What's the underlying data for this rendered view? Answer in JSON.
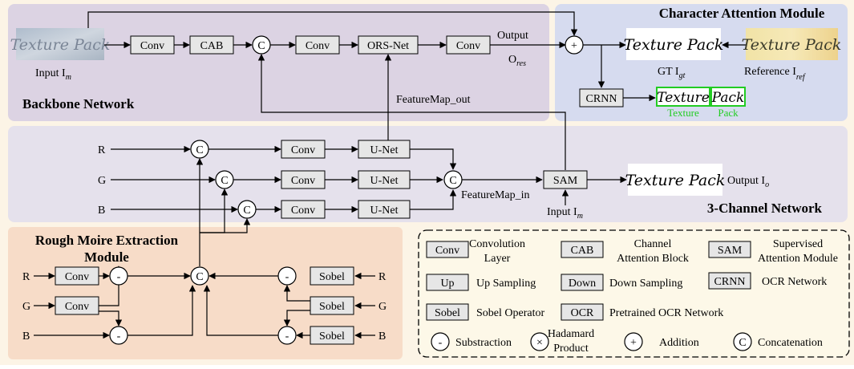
{
  "sections": {
    "backbone": "Backbone Network",
    "attention": "Character Attention Module",
    "three_channel": "3-Channel Network",
    "rough": [
      "Rough Moire Extraction",
      "Module"
    ]
  },
  "blocks": {
    "conv": "Conv",
    "cab": "CAB",
    "ors": "ORS-Net",
    "crnn": "CRNN",
    "unet": "U-Net",
    "sam": "SAM",
    "sobel": "Sobel"
  },
  "ops": {
    "concat": "C",
    "add": "+",
    "sub": "-"
  },
  "texture_text": "Texture Pack",
  "ocr_words": [
    "Texture",
    "Pack"
  ],
  "channels": [
    "R",
    "G",
    "B"
  ],
  "labels": {
    "input_main": "Input I",
    "input_main_sub": "m",
    "output_main": "Output",
    "output_main_o": "O",
    "output_main_sub": "res",
    "gt": "GT I",
    "gt_sub": "gt",
    "reference": "Reference I",
    "reference_sub": "ref",
    "featuremap_out": "FeatureMap_out",
    "featuremap_in": "FeatureMap_in",
    "input_sam": "Input I",
    "input_sam_sub": "m",
    "output_io": "Output I",
    "output_io_sub": "o"
  },
  "legend": {
    "items": [
      {
        "key": "Conv",
        "desc": [
          "Convolution",
          "Layer"
        ]
      },
      {
        "key": "CAB",
        "desc": [
          "Channel",
          "Attention Block"
        ]
      },
      {
        "key": "SAM",
        "desc": [
          "Supervised",
          "Attention Module"
        ]
      },
      {
        "key": "Up",
        "desc": [
          "Up Sampling"
        ]
      },
      {
        "key": "Down",
        "desc": [
          "Down Sampling"
        ]
      },
      {
        "key": "CRNN",
        "desc": [
          "OCR Network"
        ]
      },
      {
        "key": "Sobel",
        "desc": [
          "Sobel Operator"
        ]
      },
      {
        "key": "OCR",
        "desc": [
          "Pretrained OCR Network"
        ]
      }
    ],
    "ops": [
      {
        "sym": "-",
        "desc": [
          "Substraction"
        ]
      },
      {
        "sym": "×",
        "desc": [
          "Hadamard",
          "Product"
        ]
      },
      {
        "sym": "+",
        "desc": [
          "Addition"
        ]
      },
      {
        "sym": "C",
        "desc": [
          "Concatenation"
        ]
      }
    ]
  },
  "colors": {
    "backbone_bg": "#dcd3e3",
    "attention_bg": "#d6dbef",
    "channel_bg": "#e5e1ec",
    "rough_bg": "#f7dcc8",
    "legend_bg": "#fdf8e8",
    "page_bg": "#fcf4e6",
    "ocr_green": "#22cc22"
  }
}
